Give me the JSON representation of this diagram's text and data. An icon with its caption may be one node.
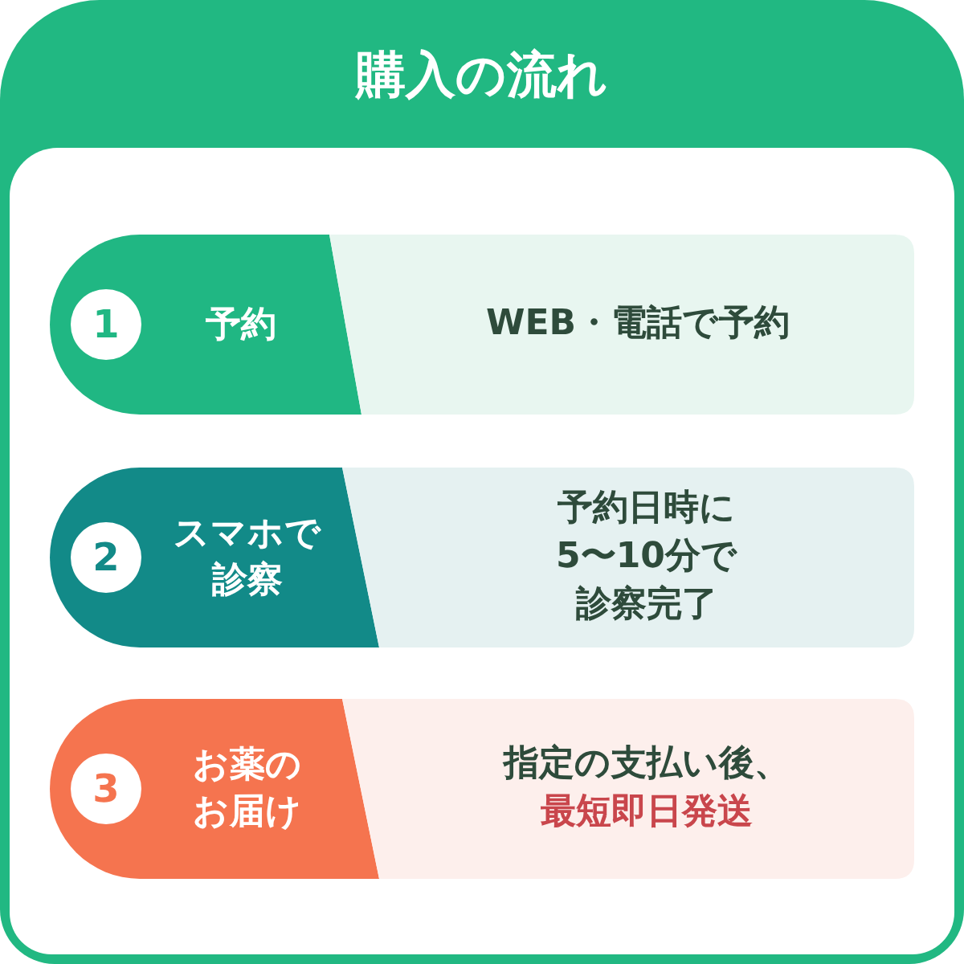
{
  "diagram": {
    "title": "購入の流れ",
    "nodes": [
      {
        "text": [
          "予約"
        ]
      },
      {
        "text": [
          "1"
        ],
        "in": 0
      },
      {
        "text": [
          "WEB・電話で予約"
        ]
      },
      {
        "text": [
          "スマホで診察"
        ]
      },
      {
        "text": [
          "2"
        ],
        "in": 3
      },
      {
        "text": [
          "予約日時に5〜10分で診察完了"
        ]
      },
      {
        "text": [
          "お薬のお届け"
        ]
      },
      {
        "text": [
          "3"
        ],
        "in": 6
      },
      {
        "text": [
          "指定の支払い後、",
          "最短即日発送"
        ]
      }
    ]
  }
}
